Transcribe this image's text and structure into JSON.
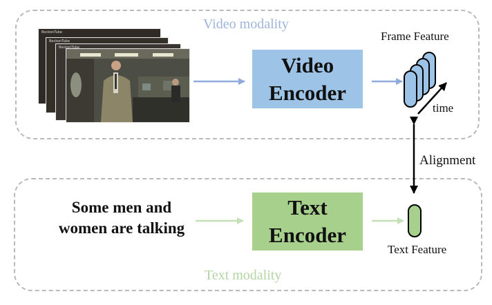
{
  "video_modality": {
    "label": "Video modality",
    "frame_thumbnail_text": "BeckonTube",
    "encoder_line1": "Video",
    "encoder_line2": "Encoder",
    "feature_label": "Frame Feature",
    "time_label": "time"
  },
  "text_modality": {
    "label": "Text modality",
    "query_text": "Some men and women are talking",
    "encoder_line1": "Text",
    "encoder_line2": "Encoder",
    "feature_label": "Text Feature"
  },
  "alignment_label": "Alignment",
  "colors": {
    "video_encoder": "#9dc3e6",
    "text_encoder": "#a8d08d",
    "video_arrow": "#8faadc",
    "text_arrow": "#c5e0b4",
    "frame_feature_fill": "#9dc3e6",
    "text_feature_fill": "#a8d08d"
  },
  "icons": [
    "video-frame-stack",
    "frame-feature-cylinders",
    "text-feature-cylinder",
    "time-arrow-icon",
    "alignment-double-arrow-icon"
  ]
}
